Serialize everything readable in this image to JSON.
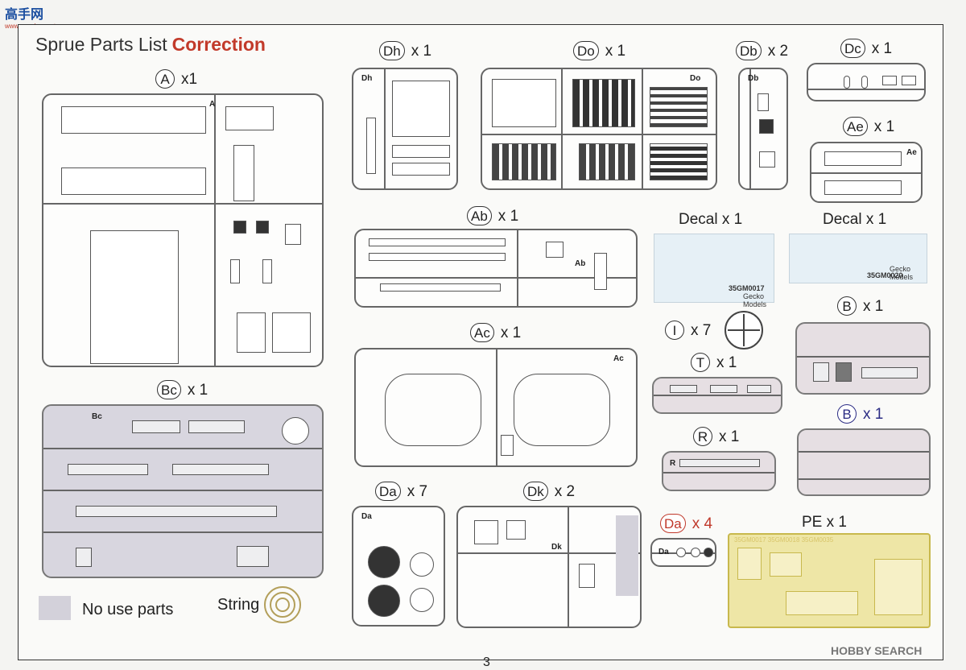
{
  "logo": {
    "text": "高手网",
    "sub": "www.gaoshou.net"
  },
  "page": {
    "title": "Sprue Parts List",
    "title_accent": "Correction",
    "page_number": "3",
    "product_code": "35GM0017"
  },
  "sprues": [
    {
      "code": "A",
      "qty": "x1"
    },
    {
      "code": "Bc",
      "qty": "x 1"
    },
    {
      "code": "Dh",
      "qty": "x 1"
    },
    {
      "code": "Do",
      "qty": "x 1"
    },
    {
      "code": "Db",
      "qty": "x 2"
    },
    {
      "code": "Dc",
      "qty": "x 1"
    },
    {
      "code": "Ae",
      "qty": "x 1"
    },
    {
      "code": "Ab",
      "qty": "x 1"
    },
    {
      "code": "Ac",
      "qty": "x 1"
    },
    {
      "code": "I",
      "qty": "x 7"
    },
    {
      "code": "T",
      "qty": "x 1"
    },
    {
      "code": "B",
      "qty": "x 1"
    },
    {
      "code": "B",
      "qty": "x 1"
    },
    {
      "code": "R",
      "qty": "x 1"
    },
    {
      "code": "Da",
      "qty": "x 7"
    },
    {
      "code": "Dk",
      "qty": "x 2"
    },
    {
      "code": "Da",
      "qty": "x 4"
    }
  ],
  "decals": [
    {
      "label": "Decal x 1",
      "code": "35GM0017",
      "brand": "Gecko Models"
    },
    {
      "label": "Decal x 1",
      "code": "35GM0020",
      "brand": "Gecko Models"
    }
  ],
  "pe": {
    "label": "PE x 1",
    "codes": "35GM0017 35GM0018 35GM0035"
  },
  "legend": {
    "no_use": "No use parts",
    "string": "String"
  },
  "watermark": "HOBBY SEARCH",
  "colors": {
    "accent_red": "#c23a2a",
    "accent_blue": "#2b2c84",
    "no_use_grey": "#d3d1da",
    "pe_gold": "#eee6a6"
  }
}
